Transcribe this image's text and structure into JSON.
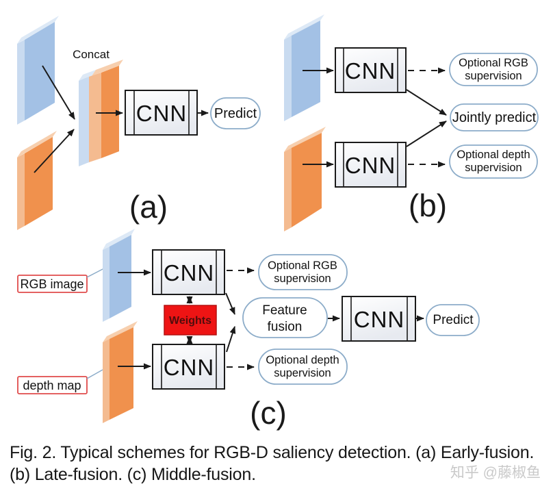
{
  "colors": {
    "rgb_feature_blue": "#a3c1e5",
    "depth_feature_orange": "#f0914d",
    "capsule_border_blue": "#8cacc9",
    "weights_red": "#ee1414",
    "label_border_red": "#e04b4b",
    "arrow_black": "#1a1a1a",
    "watermark_gray": "#c9c9c9"
  },
  "panel_a": {
    "label": "(a)",
    "concat_label": "Concat",
    "cnn_label": "CNN",
    "predict_label": "Predict"
  },
  "panel_b": {
    "label": "(b)",
    "cnn_top_label": "CNN",
    "cnn_bottom_label": "CNN",
    "rgb_supervision_line1": "Optional RGB",
    "rgb_supervision_line2": "supervision",
    "jointly_predict_label": "Jointly predict",
    "depth_supervision_line1": "Optional depth",
    "depth_supervision_line2": "supervision"
  },
  "panel_c": {
    "label": "(c)",
    "rgb_image_label": "RGB image",
    "depth_map_label": "depth map",
    "cnn_top_label": "CNN",
    "cnn_bottom_label": "CNN",
    "cnn_fusion_label": "CNN",
    "weights_label": "Weights",
    "feature_fusion_line1": "Feature",
    "feature_fusion_line2": "fusion",
    "rgb_supervision_line1": "Optional RGB",
    "rgb_supervision_line2": "supervision",
    "depth_supervision_line1": "Optional depth",
    "depth_supervision_line2": "supervision",
    "predict_label": "Predict"
  },
  "caption": {
    "line1": "Fig. 2. Typical schemes for RGB-D saliency detection. (a) Early-fusion.",
    "line2": "(b) Late-fusion. (c) Middle-fusion."
  },
  "watermark": "知乎 @藤椒鱼"
}
